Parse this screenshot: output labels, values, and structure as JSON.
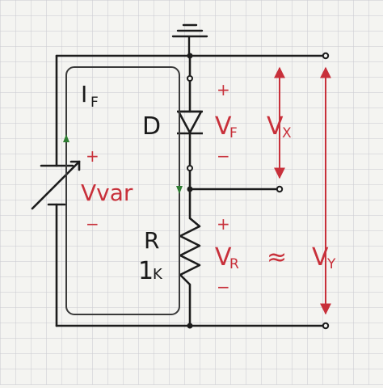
{
  "labels": {
    "current": "I",
    "current_sub": "F",
    "diode": "D",
    "resistor": "R",
    "resistor_value": "1",
    "resistor_unit": "K",
    "plus": "+",
    "minus": "−",
    "vvar": "Vvar",
    "vf": "V",
    "vf_sub": "F",
    "vr": "V",
    "vr_sub": "R",
    "vx": "V",
    "vx_sub": "X",
    "vy": "V",
    "vy_sub": "Y",
    "approx": "≈"
  },
  "colors": {
    "wire": "#1c1c1c",
    "red_label": "#c8303a",
    "loop": "#3a3a3a",
    "loop_arrow": "#2e7d32",
    "grid_line": "#c9c9cf",
    "paper": "#f4f4f1"
  }
}
